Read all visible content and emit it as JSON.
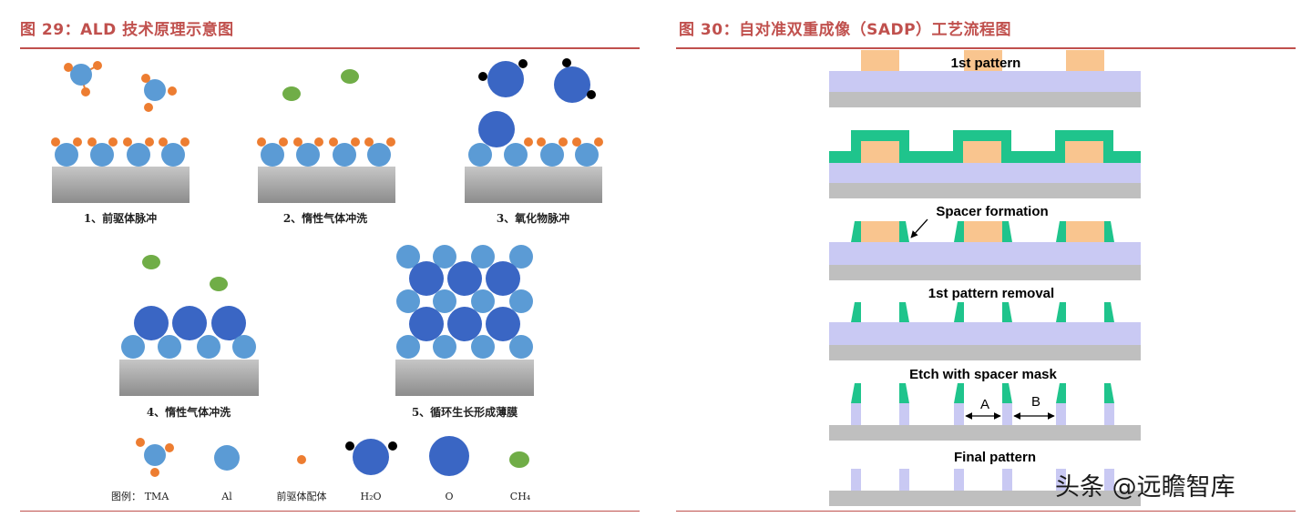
{
  "figure29": {
    "title": "图 29：ALD 技术原理示意图",
    "steps": [
      "1、前驱体脉冲",
      "2、惰性气体冲洗",
      "3、氧化物脉冲",
      "4、惰性气体冲洗",
      "5、循环生长形成薄膜"
    ],
    "legend_prefix": "图例：",
    "legend": [
      "TMA",
      "Al",
      "前驱体配体",
      "H₂O",
      "O",
      "CH₄"
    ],
    "colors": {
      "al": "#5b9bd5",
      "o": "#3a66c4",
      "ligand": "#ed7d31",
      "ch4": "#70ad47",
      "h": "#000000",
      "substrate": "#a6a6a6"
    }
  },
  "figure30": {
    "title": "图 30：自对准双重成像（SADP）工艺流程图",
    "steps": [
      "1st pattern",
      "Spacer formation",
      "1st pattern removal",
      "Etch with spacer mask",
      "Final pattern"
    ],
    "dim_a": "A",
    "dim_b": "B",
    "colors": {
      "core": "#f9c58f",
      "spacer": "#1fc48c",
      "hardmask": "#c9c9f3",
      "substrate": "#bfbfbf"
    }
  },
  "watermark": "头条 @远瞻智库"
}
